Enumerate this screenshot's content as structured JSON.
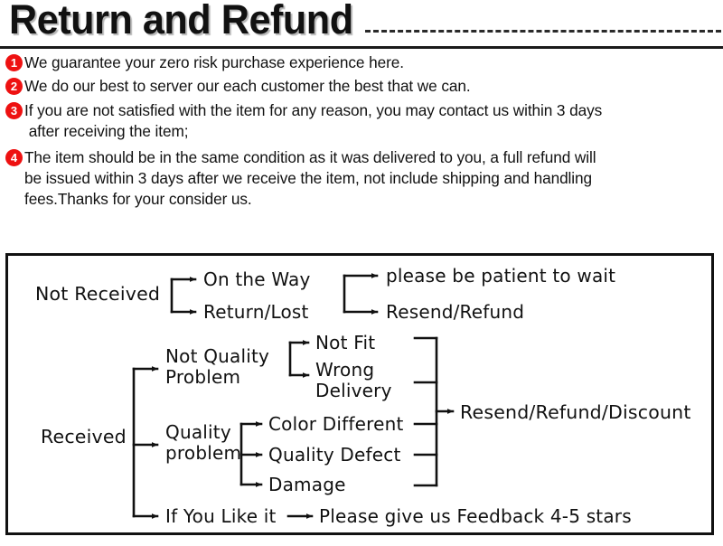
{
  "header": {
    "title": "Return and Refund",
    "divider_style": "dashed",
    "rule_color": "#1a1a1a"
  },
  "terms": {
    "badge_color": "#ee1111",
    "badge_text_color": "#ffffff",
    "items": [
      {
        "number": "1",
        "text": "We guarantee your zero risk purchase experience here."
      },
      {
        "number": "2",
        "text": "We do our best to server our each customer the best that we can."
      },
      {
        "number": "3",
        "text": "If you are not satisfied with the item for any reason, you may contact us within 3 days\n after receiving the item;"
      },
      {
        "number": "4",
        "text": "The item should be in the same condition as it was delivered to you, a full refund will\nbe issued within 3 days after we receive the item, not include shipping and handling\nfees.Thanks for your consider us."
      }
    ]
  },
  "flowchart": {
    "type": "diagram",
    "border_color": "#111111",
    "nodes": {
      "not_received": "Not Received",
      "on_the_way": "On the Way",
      "return_lost": "Return/Lost",
      "please_wait": "please be patient to wait",
      "resend_refund": "Resend/Refund",
      "received": "Received",
      "not_quality_problem_line1": "Not Quality",
      "not_quality_problem_line2": "Problem",
      "quality_problem_line1": "Quality",
      "quality_problem_line2": "problem",
      "not_fit": "Not Fit",
      "wrong_delivery_line1": "Wrong",
      "wrong_delivery_line2": "Delivery",
      "color_different": "Color Different",
      "quality_defect": "Quality Defect",
      "damage": "Damage",
      "resend_refund_discount": "Resend/Refund/Discount",
      "if_you_like_it": "If You Like it",
      "feedback": "Please give us Feedback 4-5 stars"
    }
  }
}
